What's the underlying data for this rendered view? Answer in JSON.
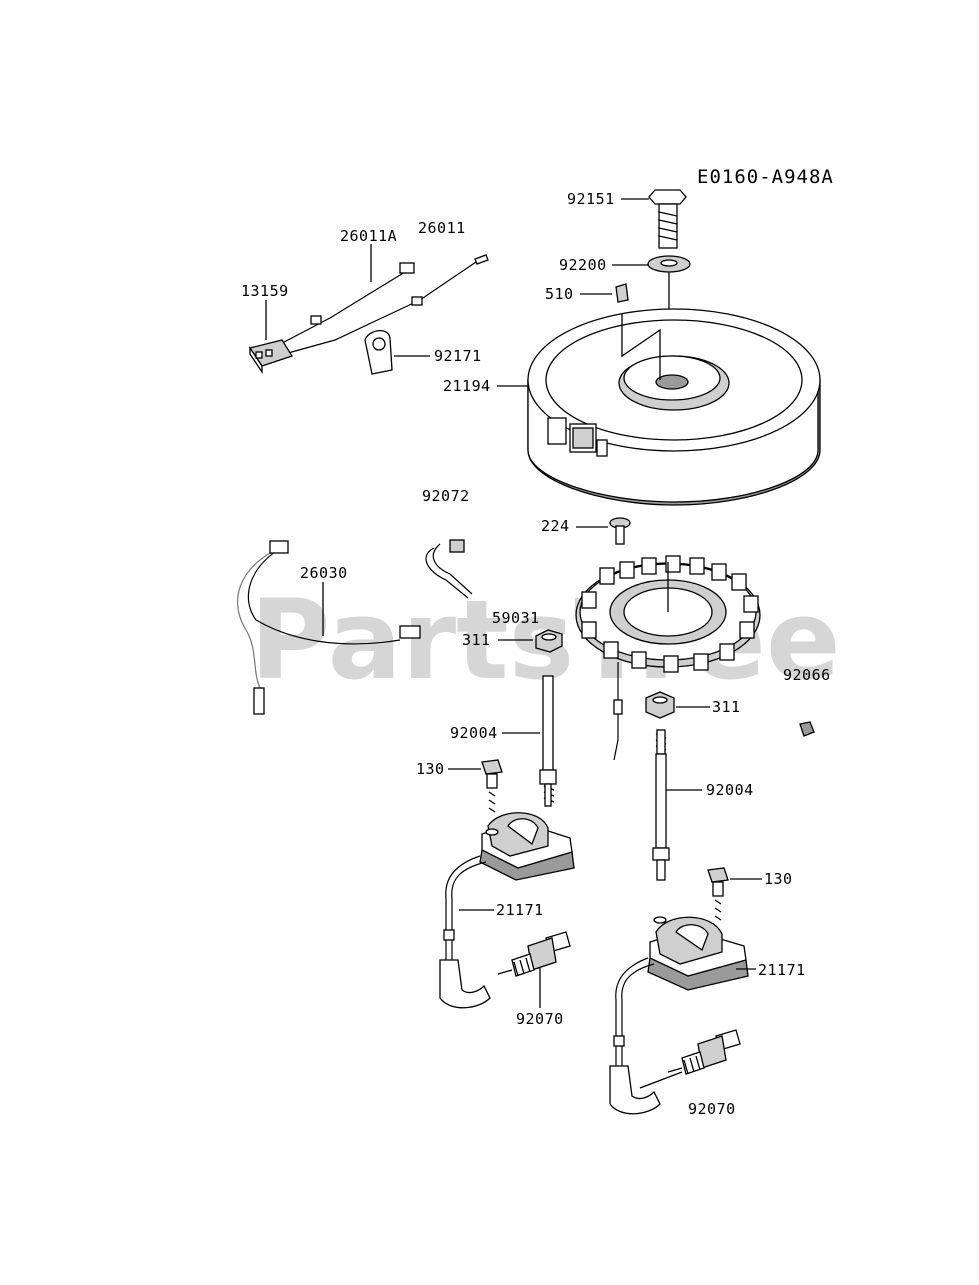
{
  "diagram": {
    "code": "E0160-A948A",
    "watermark": "PartsTree",
    "callouts": {
      "c92151": "92151",
      "c92200": "92200",
      "c510": "510",
      "c21194": "21194",
      "c26011A": "26011A",
      "c26011": "26011",
      "c13159": "13159",
      "c92171": "92171",
      "c92072": "92072",
      "c224": "224",
      "c26030": "26030",
      "c59031": "59031",
      "c311a": "311",
      "c92066": "92066",
      "c311b": "311",
      "c92004a": "92004",
      "c130a": "130",
      "c92004b": "92004",
      "c130b": "130",
      "c21171a": "21171",
      "c21171b": "21171",
      "c92070a": "92070",
      "c92070b": "92070"
    }
  }
}
